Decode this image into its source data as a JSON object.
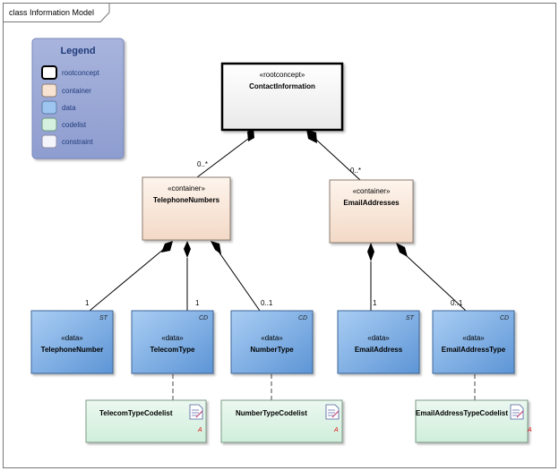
{
  "frame": {
    "title": "class Information Model"
  },
  "legend": {
    "title": "Legend",
    "items": [
      {
        "label": "rootconcept",
        "color": "#ffffff"
      },
      {
        "label": "container",
        "color": "#f8e3d2"
      },
      {
        "label": "data",
        "color": "#9ec5ef"
      },
      {
        "label": "codelist",
        "color": "#d6f0df"
      },
      {
        "label": "constraint",
        "color": "#f4f4fb"
      }
    ]
  },
  "root": {
    "stereotype": "«rootconcept»",
    "name": "ContactInformation"
  },
  "containers": [
    {
      "stereotype": "«container»",
      "name": "TelephoneNumbers",
      "multiplicity": "0..*"
    },
    {
      "stereotype": "«container»",
      "name": "EmailAddresses",
      "multiplicity": "0..*"
    }
  ],
  "data_items": [
    {
      "stereotype": "«data»",
      "name": "TelephoneNumber",
      "type": "ST",
      "multiplicity": "1"
    },
    {
      "stereotype": "«data»",
      "name": "TelecomType",
      "type": "CD",
      "multiplicity": "1"
    },
    {
      "stereotype": "«data»",
      "name": "NumberType",
      "type": "CD",
      "multiplicity": "0..1"
    },
    {
      "stereotype": "«data»",
      "name": "EmailAddress",
      "type": "ST",
      "multiplicity": "1"
    },
    {
      "stereotype": "«data»",
      "name": "EmailAddressType",
      "type": "CD",
      "multiplicity": "0..1"
    }
  ],
  "codelists": [
    {
      "name": "TelecomTypeCodelist",
      "marker": "A"
    },
    {
      "name": "NumberTypeCodelist",
      "marker": "A"
    },
    {
      "name": "EmailAddressTypeCodelist",
      "marker": "A"
    }
  ]
}
